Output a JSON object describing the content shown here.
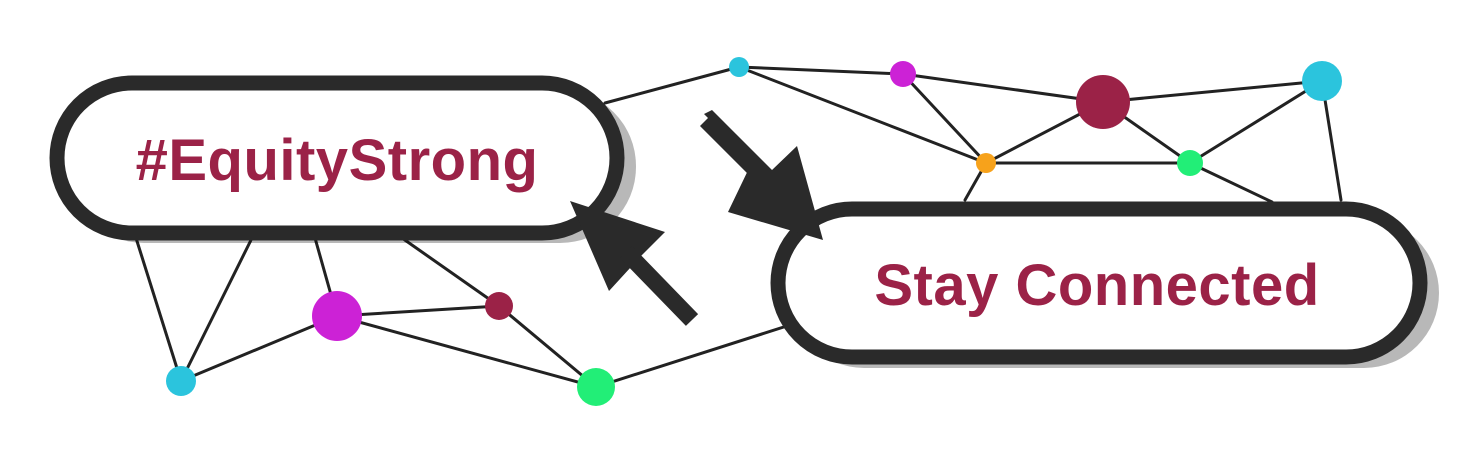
{
  "labels": {
    "hashtag": "#EquityStrong",
    "tagline": "Stay Connected"
  },
  "colors": {
    "text": "#9b2247",
    "outline": "#2a2a2a",
    "edge": "#222222",
    "node_cyan": "#2bc4dd",
    "node_magenta": "#cc22d6",
    "node_maroon": "#9b2247",
    "node_green": "#22ee77",
    "node_orange": "#f7a21b"
  },
  "network": {
    "node_count": 16,
    "nodes": [
      {
        "id": "c1",
        "color": "cyan"
      },
      {
        "id": "m1",
        "color": "magenta"
      },
      {
        "id": "r1",
        "color": "maroon"
      },
      {
        "id": "c2",
        "color": "cyan"
      },
      {
        "id": "o1",
        "color": "orange"
      },
      {
        "id": "g1",
        "color": "green"
      },
      {
        "id": "c3",
        "color": "cyan"
      },
      {
        "id": "m2",
        "color": "magenta"
      },
      {
        "id": "r2",
        "color": "maroon"
      },
      {
        "id": "g2",
        "color": "green"
      }
    ]
  },
  "icons": {
    "down_arrow": "arrow-down-right-icon",
    "up_arrow": "arrow-up-left-icon"
  }
}
